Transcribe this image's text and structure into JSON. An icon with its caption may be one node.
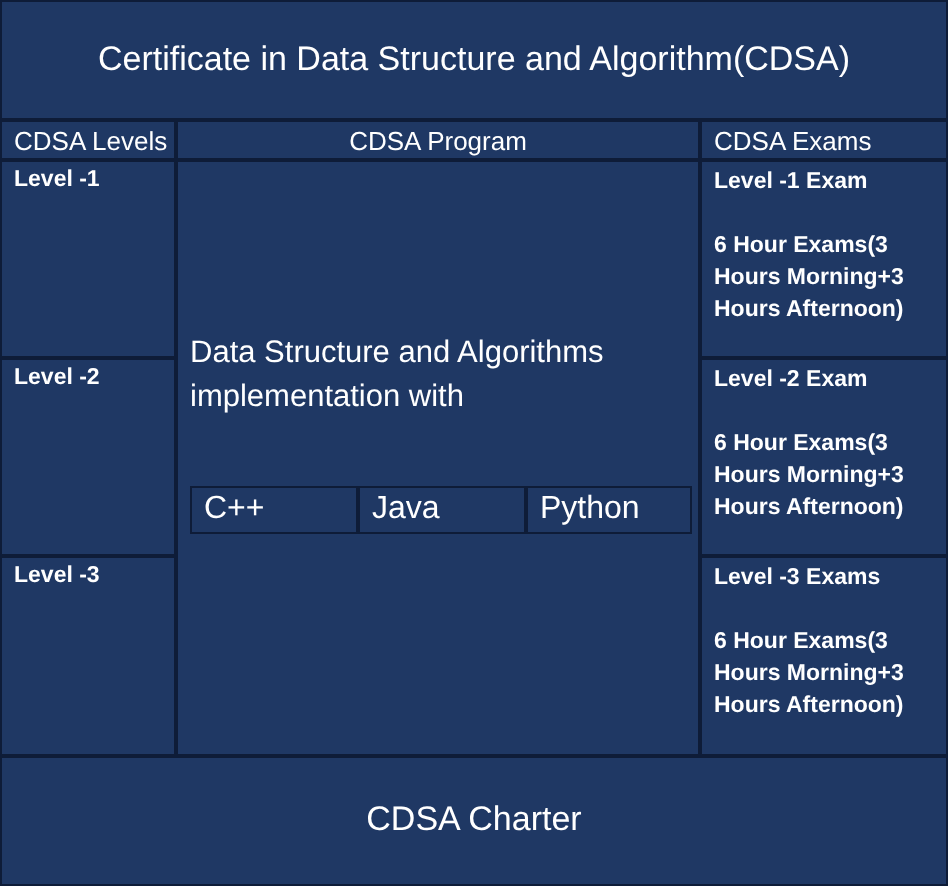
{
  "diagram": {
    "title": "Certificate in Data Structure and Algorithm(CDSA)",
    "nodes": [
      {
        "text": [
          "CDSA Levels"
        ]
      },
      {
        "text": [
          "CDSA Program"
        ]
      },
      {
        "text": [
          "CDSA Exams"
        ]
      },
      {
        "text": [
          "Level -1"
        ]
      },
      {
        "text": [
          "Level -1 Exam",
          "6 Hour Exams(3 Hours Morning+3 Hours Afternoon)"
        ]
      },
      {
        "text": [
          "Level -2"
        ]
      },
      {
        "text": [
          "Data Structure and Algorithms implementation with"
        ]
      },
      {
        "text": [
          "C++"
        ],
        "in": 6
      },
      {
        "text": [
          "Java"
        ],
        "in": 6
      },
      {
        "text": [
          "Python"
        ],
        "in": 6
      },
      {
        "text": [
          "Level -2 Exam",
          "6 Hour Exams(3 Hours Morning+3 Hours Afternoon)"
        ]
      },
      {
        "text": [
          "Level -3"
        ]
      },
      {
        "text": [
          "Level -3 Exams",
          "6 Hour Exams(3 Hours Morning+3 Hours Afternoon)"
        ]
      },
      {
        "text": [
          "CDSA Charter"
        ]
      }
    ]
  }
}
